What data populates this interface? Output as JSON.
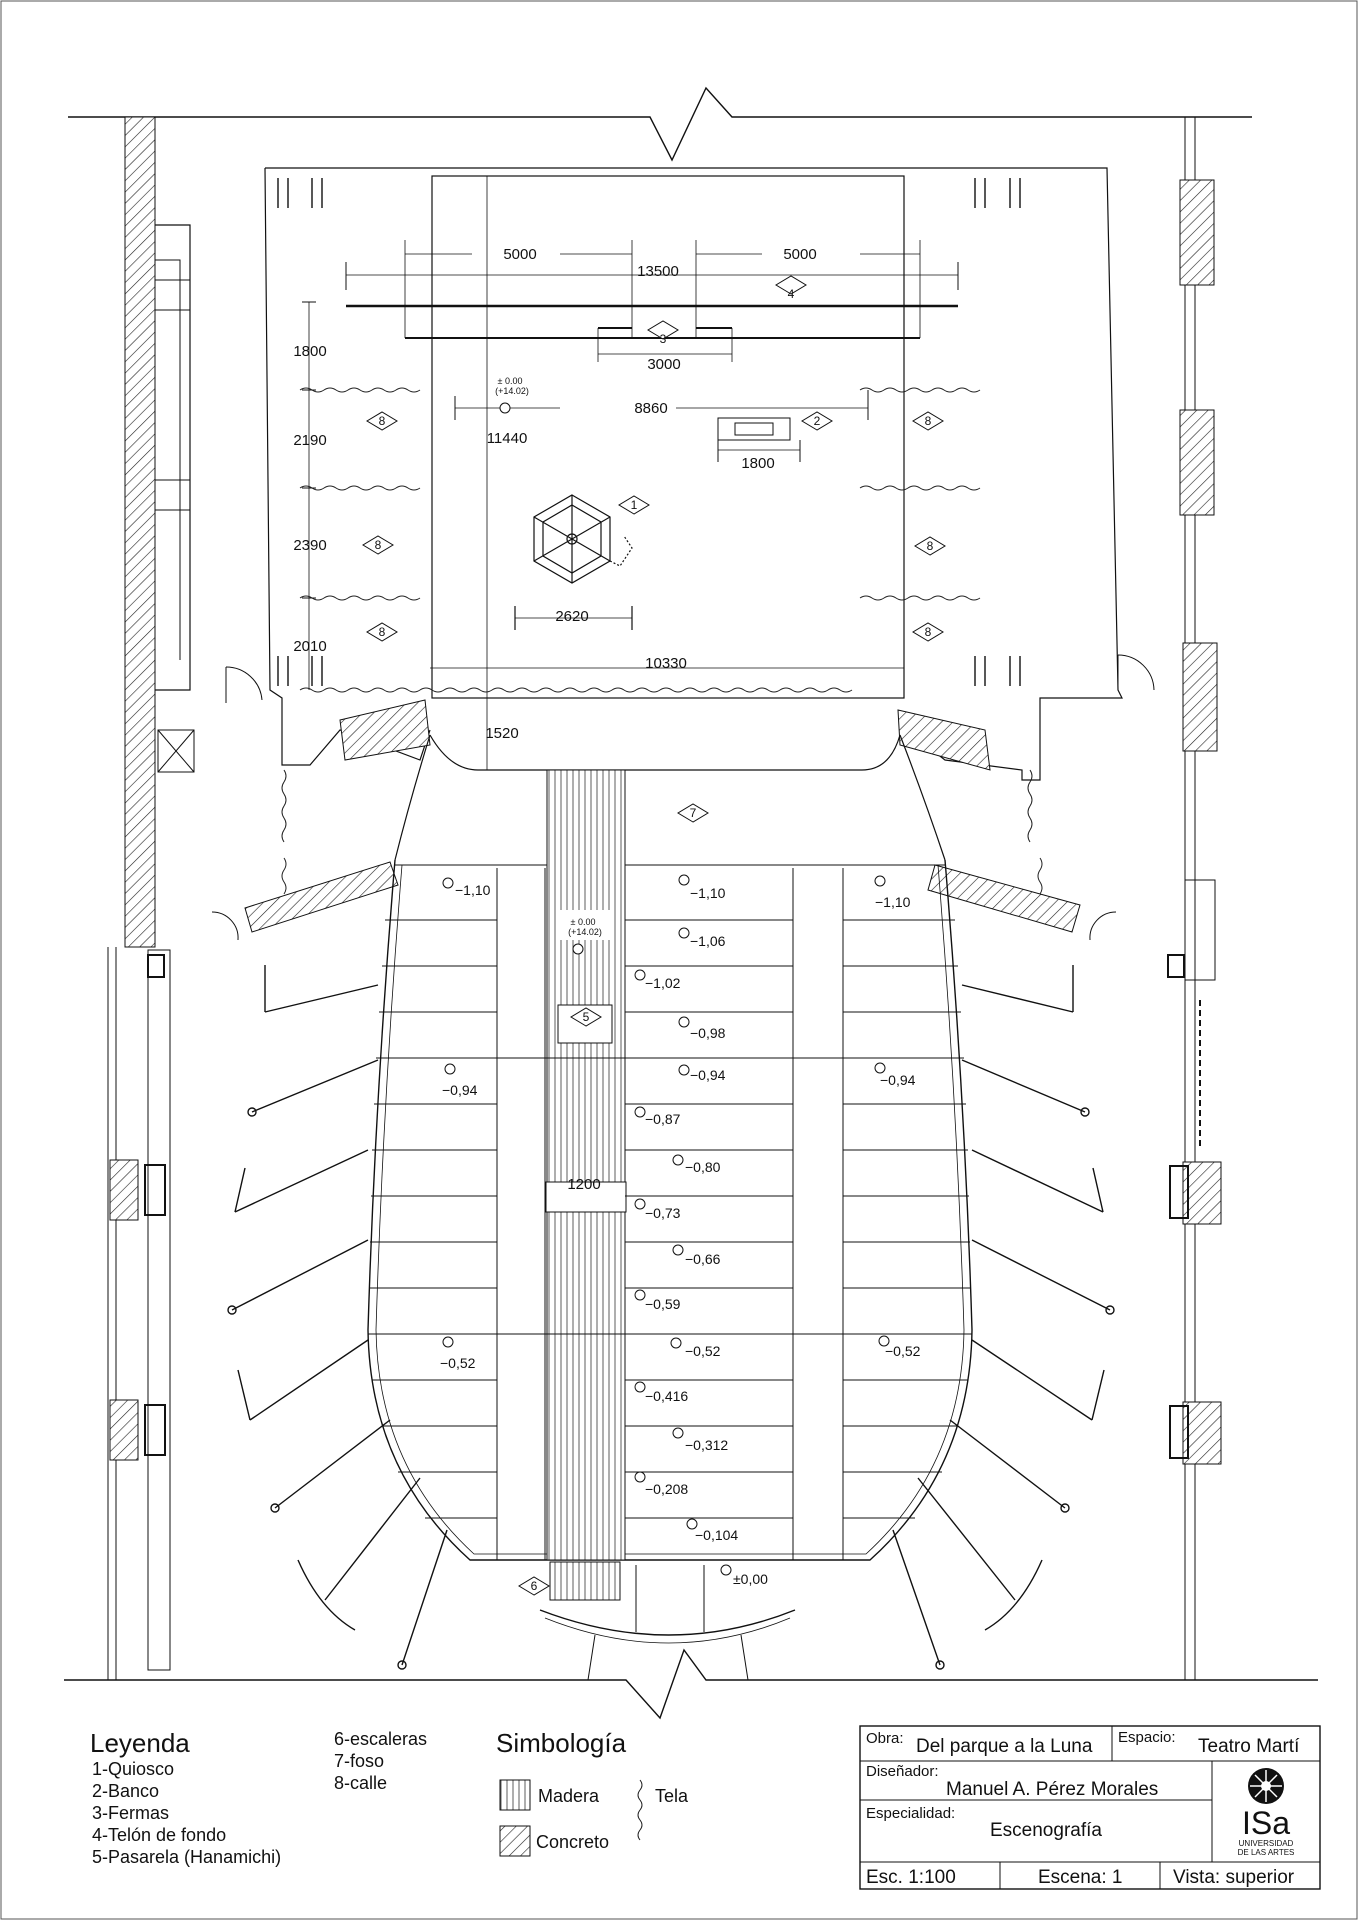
{
  "dimensions": {
    "d5000_left": "5000",
    "d13500": "13500",
    "d5000_right": "5000",
    "d1800_side": "1800",
    "d3000": "3000",
    "d8860": "8860",
    "d11440": "11440",
    "d2190": "2190",
    "d1800_bench": "1800",
    "d2390": "2390",
    "d2620": "2620",
    "d2010": "2010",
    "d10330": "10330",
    "d1520": "1520",
    "d1200": "1200"
  },
  "stage_level": {
    "line1": "± 0.00",
    "line2": "(+14.02)"
  },
  "walkway_level": {
    "line1": "± 0.00",
    "line2": "(+14.02)"
  },
  "tags": [
    "1",
    "2",
    "3",
    "4",
    "5",
    "6",
    "7",
    "8"
  ],
  "levels": {
    "l_110_a": "−1,10",
    "l_110_b": "−1,10",
    "l_110_c": "−1,10",
    "l_106": "−1,06",
    "l_102": "−1,02",
    "l_098": "−0,98",
    "l_094_a": "−0,94",
    "l_094_b": "−0,94",
    "l_094_c": "−0,94",
    "l_087": "−0,87",
    "l_080": "−0,80",
    "l_073": "−0,73",
    "l_066": "−0,66",
    "l_059": "−0,59",
    "l_052_a": "−0,52",
    "l_052_b": "−0,52",
    "l_052_c": "−0,52",
    "l_0416": "−0,416",
    "l_0312": "−0,312",
    "l_0208": "−0,208",
    "l_0104": "−0,104",
    "l_000": "±0,00"
  },
  "legend": {
    "title": "Leyenda",
    "items": [
      "1-Quiosco",
      "2-Banco",
      "3-Fermas",
      "4-Telón de fondo",
      "5-Pasarela (Hanamichi)",
      "6-escaleras",
      "7-foso",
      "8-calle"
    ]
  },
  "symbology": {
    "title": "Simbología",
    "madera": "Madera",
    "concreto": "Concreto",
    "tela": "Tela"
  },
  "title_block": {
    "obra_label": "Obra:",
    "obra": "Del parque a la Luna",
    "espacio_label": "Espacio:",
    "espacio": "Teatro Martí",
    "disenador_label": "Diseñador:",
    "disenador": "Manuel A. Pérez Morales",
    "especialidad_label": "Especialidad:",
    "especialidad": "Escenografía",
    "escala": "Esc. 1:100",
    "escena": "Escena: 1",
    "vista": "Vista: superior",
    "logo_text": "ISa",
    "logo_sub1": "UNIVERSIDAD",
    "logo_sub2": "DE LAS ARTES"
  }
}
